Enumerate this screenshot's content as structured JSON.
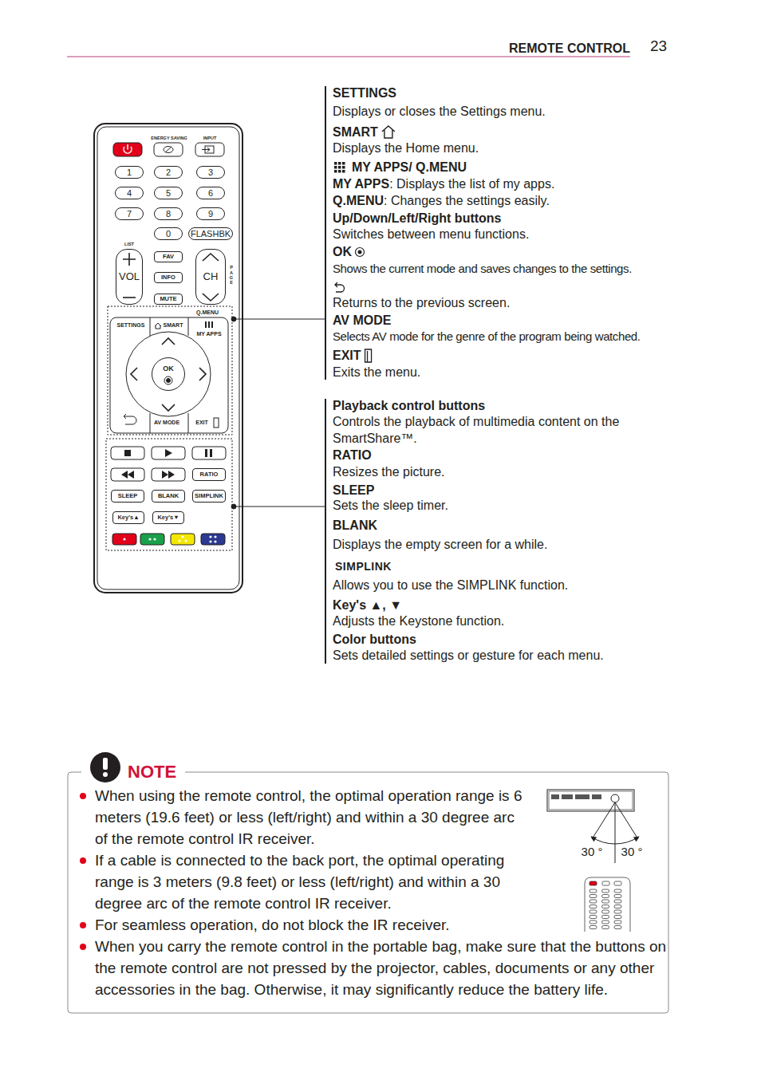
{
  "diagram": {
    "nodes": [
      {
        "text": [
          "1"
        ]
      },
      {
        "text": [
          "2"
        ]
      },
      {
        "text": [
          "3"
        ]
      },
      {
        "text": [
          "4"
        ]
      },
      {
        "text": [
          "5"
        ]
      },
      {
        "text": [
          "6"
        ]
      },
      {
        "text": [
          "7"
        ]
      },
      {
        "text": [
          "8"
        ]
      },
      {
        "text": [
          "9"
        ]
      },
      {
        "text": [
          "0"
        ]
      },
      {
        "text": [
          "FLASHBK"
        ]
      },
      {
        "text": [
          "VOL"
        ]
      },
      {
        "text": [
          "FAV"
        ]
      },
      {
        "text": [
          "INFO"
        ]
      },
      {
        "text": [
          "CH"
        ]
      },
      {
        "text": [
          "MUTE"
        ]
      },
      {
        "text": [
          "SETTINGS"
        ]
      },
      {
        "text": [
          "SMART"
        ]
      },
      {
        "text": [
          "MY APPS"
        ]
      },
      {
        "text": [
          "OK"
        ]
      },
      {
        "text": [
          "AV MODE"
        ]
      },
      {
        "text": [
          "EXIT"
        ]
      },
      {
        "text": [
          "RATIO"
        ]
      },
      {
        "text": [
          "SLEEP"
        ]
      },
      {
        "text": [
          "BLANK"
        ]
      },
      {
        "text": [
          "SIMPLINK"
        ]
      },
      {
        "text": [
          "Key's▲"
        ]
      },
      {
        "text": [
          "Key's▼"
        ]
      },
      {
        "text": [
          "NOTE",
          "When using the remote control, the optimal operation range is 6 meters (19.6 feet) or less (left/right) and within a 30 degree arc of the remote control IR receiver.",
          "If a cable is connected to the back port, the optimal operating range is 3 meters (9.8 feet) or less (left/right) and within a 30 degree arc of the remote control IR receiver.",
          "For seamless operation, do not block the IR receiver.",
          "When you carry the remote control in the portable bag, make sure that the buttons on the remote control are not pressed by the projector, cables, documents or any other accessories in the bag. Otherwise, it may significantly reduce the battery life."
        ]
      }
    ],
    "labels": [
      "REMOTE CONTROL",
      "23",
      "ENERGY SAVING",
      "INPUT",
      "LIST",
      "PAGE",
      "Q.MENU",
      "SETTINGS",
      "Displays or closes the Settings menu.",
      "SMART",
      "Displays the Home menu.",
      "MY APPS/ Q.MENU",
      "MY APPS",
      ": Displays the list of my apps.",
      "Q.MENU",
      ": Changes the settings easily.",
      "Up/Down/Left/Right buttons",
      "Switches between menu functions.",
      "OK",
      "Shows the current mode and saves changes to the settings.",
      "Returns to the previous screen.",
      "AV MODE",
      "Selects AV mode for the genre of the program being watched.",
      "EXIT",
      "Exits the menu.",
      "Playback control buttons",
      "Controls the playback of multimedia content on the SmartShare™.",
      "RATIO",
      "Resizes the picture.",
      "SLEEP",
      "Sets the sleep timer.",
      "BLANK",
      "Displays the empty screen for a while.",
      "SIMPLINK",
      "Allows you to use the SIMPLINK function.",
      "Key's ▲, ▼",
      "Adjusts the Keystone function.",
      "Color buttons",
      "Sets detailed settings or gesture for each menu.",
      "30 °",
      "30 °"
    ]
  }
}
